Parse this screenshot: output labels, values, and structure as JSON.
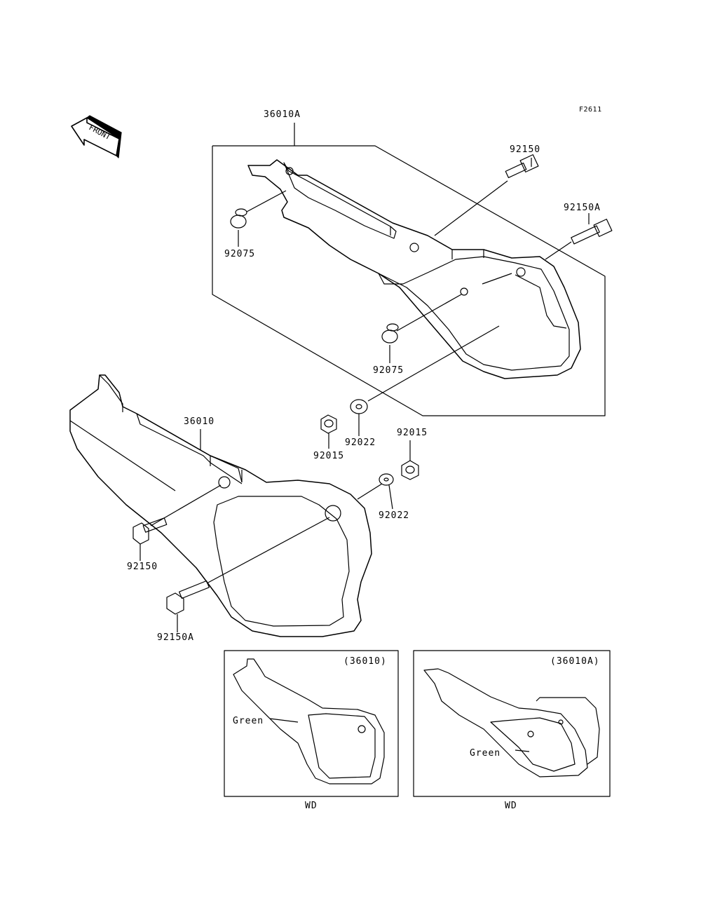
{
  "diagram_id": "F2611",
  "front_label": "FRONT",
  "callouts": {
    "cover_a": "36010A",
    "cover": "36010",
    "bolt_92150_top": "92150",
    "bolt_92150a_top": "92150A",
    "grommet_92075_top": "92075",
    "grommet_92075_mid": "92075",
    "nut_92015_left": "92015",
    "nut_92015_right": "92015",
    "washer_92022_left": "92022",
    "washer_92022_right": "92022",
    "bolt_92150_bottom": "92150",
    "bolt_92150a_bottom": "92150A"
  },
  "insets": [
    {
      "title": "(36010)",
      "color_label": "Green",
      "caption": "WD"
    },
    {
      "title": "(36010A)",
      "color_label": "Green",
      "caption": "WD"
    }
  ]
}
